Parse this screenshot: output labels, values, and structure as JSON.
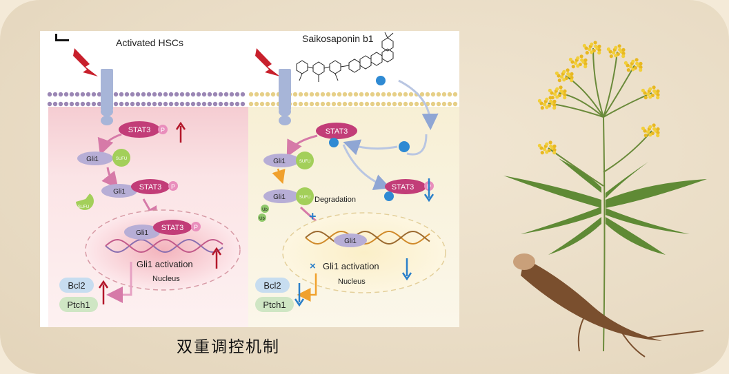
{
  "left_panel": {
    "title": "Activated HSCs",
    "stat3_top": "STAT3",
    "phos": "P",
    "gli1_sufu_gli1": "Gli1",
    "sufu": "SUFU",
    "gli1_stat3_gli1": "Gli1",
    "stat3_mid": "STAT3",
    "free_sufu": "SUFU",
    "nuc_gli1": "Gli1",
    "nuc_stat3": "STAT3",
    "activation": "Gli1 activation",
    "nucleus": "Nucleus",
    "bcl2": "Bcl2",
    "ptch1": "Ptch1"
  },
  "right_panel": {
    "title": "Saikosaponin b1",
    "stat3_top": "STAT3",
    "gli1": "Gli1",
    "sufu": "SUFU",
    "stat3_right": "STAT3",
    "phos": "P",
    "gli1_deg": "Gli1",
    "sufu_deg": "SUFU",
    "ub": "Ub",
    "degradation": "Degradation",
    "nuc_gli1": "Gli1",
    "activation": "Gli1 activation",
    "nucleus": "Nucleus",
    "bcl2": "Bcl2",
    "ptch1": "Ptch1"
  },
  "caption": "双重调控机制",
  "colors": {
    "up_arrow": "#b3172a",
    "down_arrow": "#2a7fc9",
    "stat3": "#c23d78",
    "gli1": "#b7aed6",
    "sufu": "#a3cf5a",
    "drug": "#2f8ad3",
    "receptor": "#a7b5d8"
  }
}
